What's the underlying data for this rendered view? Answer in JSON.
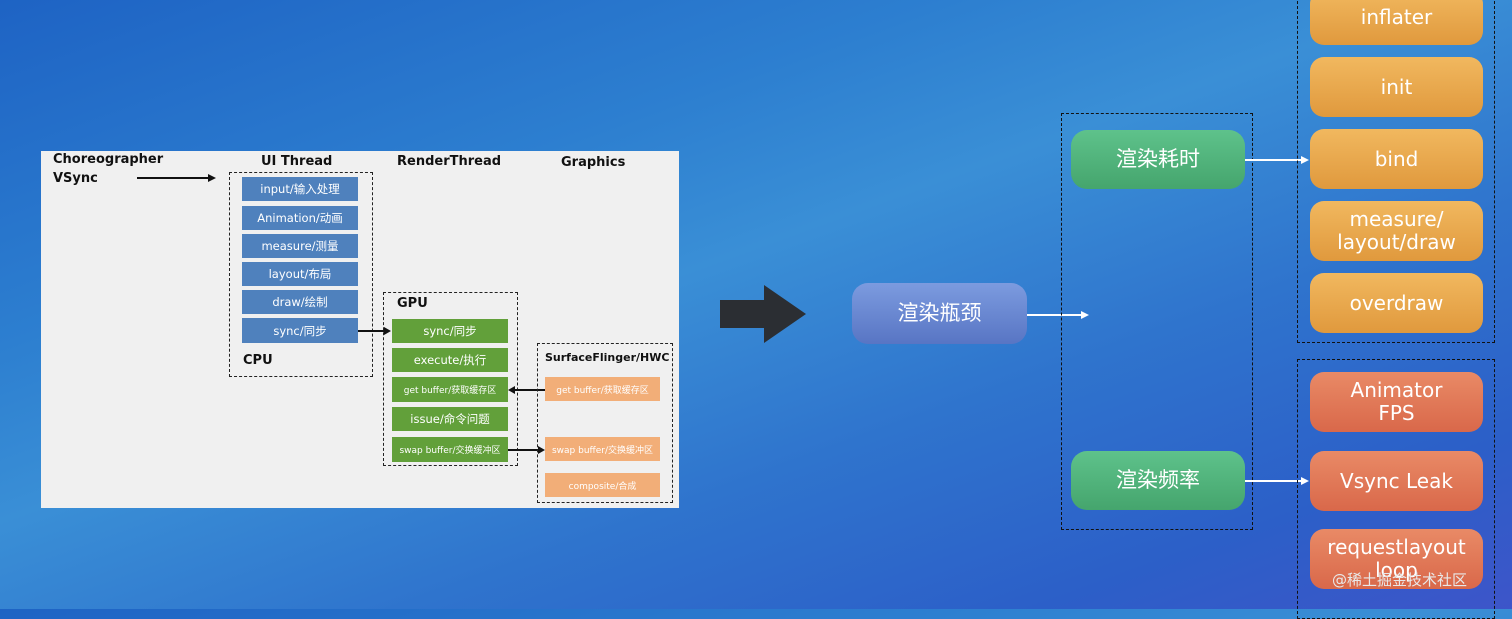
{
  "left_panel": {
    "headers": {
      "choreographer": "Choreographer",
      "vsync": "VSync",
      "ui_thread": "UI Thread",
      "render_thread": "RenderThread",
      "graphics": "Graphics",
      "cpu": "CPU",
      "gpu": "GPU",
      "surfaceflinger": "SurfaceFlinger/HWC"
    },
    "ui_steps": [
      "input/输入处理",
      "Animation/动画",
      "measure/测量",
      "layout/布局",
      "draw/绘制",
      "sync/同步"
    ],
    "gpu_steps": [
      "sync/同步",
      "execute/执行",
      "get buffer/获取缓存区",
      "issue/命令问题",
      "swap buffer/交换缓冲区"
    ],
    "sf_steps": [
      "get buffer/获取缓存区",
      "swap buffer/交换缓冲区",
      "composite/合成"
    ]
  },
  "right_diagram": {
    "root": "渲染瓶颈",
    "branches": [
      "渲染耗时",
      "渲染频率"
    ],
    "time_items": [
      "inflater",
      "init",
      "bind",
      "measure/\nlayout/draw",
      "overdraw"
    ],
    "freq_items": [
      "Animator\nFPS",
      "Vsync  Leak",
      "requestlayout\nloop"
    ]
  },
  "colors": {
    "ui_blue": "#4f81bd",
    "gpu_green": "#62a03a",
    "sf_orange": "#f2ae78",
    "node_green": "#4fb27a",
    "node_orange": "#e8a64c",
    "node_red": "#dd7554"
  },
  "watermark": "@稀土掘金技术社区"
}
